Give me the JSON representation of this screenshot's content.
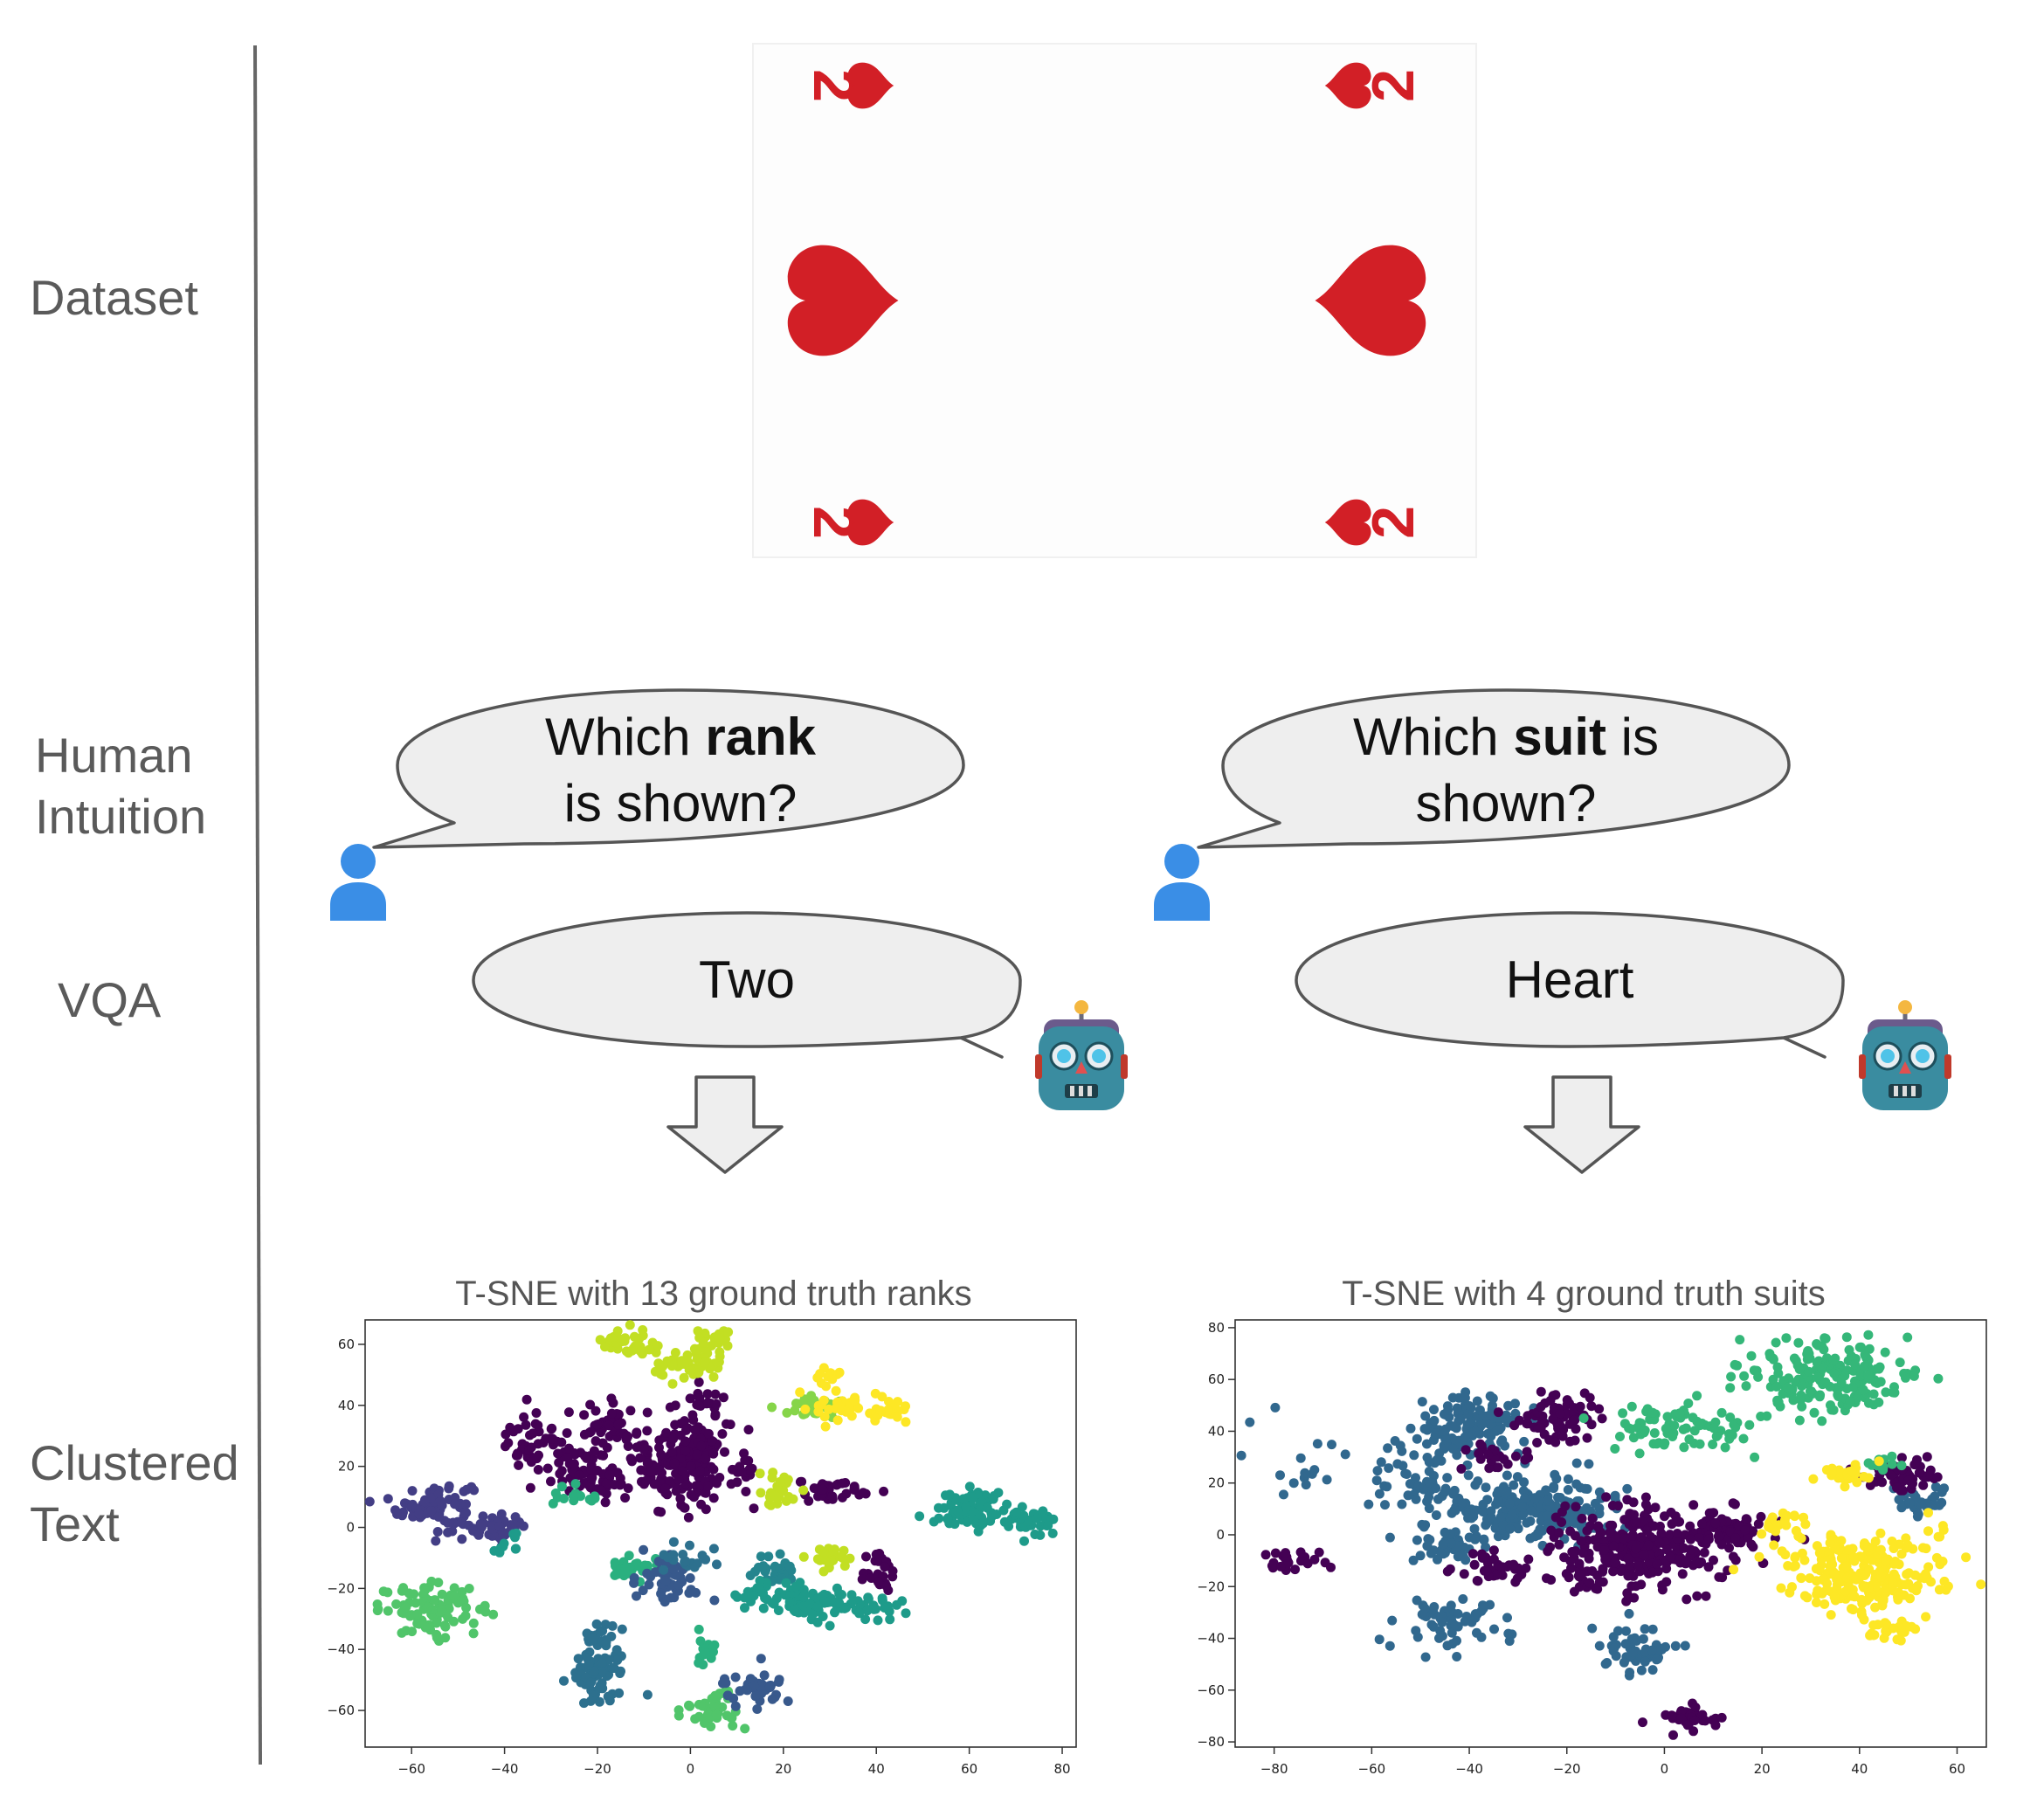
{
  "rows": {
    "dataset": "Dataset",
    "human": [
      "Human",
      "Intuition"
    ],
    "vqa": "VQA",
    "clustered": [
      "Clustered",
      "Text"
    ]
  },
  "card": {
    "rank": "2",
    "suit_color": "#d21f26"
  },
  "questions": {
    "left": {
      "line1_pre": "Which ",
      "line1_bold": "rank",
      "line1_post": "",
      "line2": "is shown?"
    },
    "right": {
      "line1_pre": "Which ",
      "line1_bold": "suit",
      "line1_post": " is",
      "line2": "shown?"
    }
  },
  "answers": {
    "left": "Two",
    "right": "Heart"
  },
  "icons": {
    "user": "user-icon",
    "robot": "robot-icon",
    "arrow": "down-arrow-icon"
  },
  "colors": {
    "user_blue": "#3a8ee6",
    "bubble_fill": "#eeeeee",
    "bubble_stroke": "#555555",
    "divider": "#666666"
  },
  "chart_data": [
    {
      "type": "scatter",
      "title": "T-SNE with 13 ground truth ranks",
      "xlim": [
        -70,
        83
      ],
      "ylim": [
        -72,
        68
      ],
      "xticks": [
        -60,
        -40,
        -20,
        0,
        20,
        40,
        60,
        80
      ],
      "yticks": [
        -60,
        -40,
        -20,
        0,
        20,
        40,
        60
      ],
      "grid": false,
      "palette": [
        "#440154",
        "#482173",
        "#433e85",
        "#38598c",
        "#2d708e",
        "#25858e",
        "#1e9b8a",
        "#2ab07f",
        "#51c56a",
        "#86d549",
        "#c2df23",
        "#fde725"
      ],
      "clusters": [
        {
          "x": -55,
          "y": 7,
          "sx": 4,
          "sy": 4,
          "n": 90,
          "c": 2
        },
        {
          "x": -42,
          "y": 0,
          "sx": 3,
          "sy": 2,
          "n": 40,
          "c": 2
        },
        {
          "x": -55,
          "y": -27,
          "sx": 6,
          "sy": 4,
          "n": 90,
          "c": 8
        },
        {
          "x": -40,
          "y": -5,
          "sx": 2,
          "sy": 2,
          "n": 10,
          "c": 6
        },
        {
          "x": -33,
          "y": 27,
          "sx": 4,
          "sy": 5,
          "n": 50,
          "c": 0
        },
        {
          "x": -20,
          "y": 18,
          "sx": 5,
          "sy": 4,
          "n": 80,
          "c": 0
        },
        {
          "x": -18,
          "y": 32,
          "sx": 3,
          "sy": 4,
          "n": 40,
          "c": 0
        },
        {
          "x": -1,
          "y": 23,
          "sx": 5,
          "sy": 8,
          "n": 200,
          "c": 0
        },
        {
          "x": 3,
          "y": 42,
          "sx": 2,
          "sy": 2,
          "n": 15,
          "c": 0
        },
        {
          "x": 31,
          "y": 12,
          "sx": 4,
          "sy": 2,
          "n": 35,
          "c": 0
        },
        {
          "x": 11,
          "y": 18,
          "sx": 2,
          "sy": 3,
          "n": 15,
          "c": 0
        },
        {
          "x": 41,
          "y": -15,
          "sx": 3,
          "sy": 4,
          "n": 25,
          "c": 0
        },
        {
          "x": -13,
          "y": 60,
          "sx": 3,
          "sy": 2,
          "n": 35,
          "c": 10
        },
        {
          "x": 0,
          "y": 53,
          "sx": 4,
          "sy": 3,
          "n": 50,
          "c": 10
        },
        {
          "x": 5,
          "y": 61,
          "sx": 2,
          "sy": 2,
          "n": 20,
          "c": 10
        },
        {
          "x": 27,
          "y": 40,
          "sx": 3,
          "sy": 2,
          "n": 30,
          "c": 9
        },
        {
          "x": 29,
          "y": 49,
          "sx": 2,
          "sy": 2,
          "n": 12,
          "c": 11
        },
        {
          "x": 33,
          "y": 39,
          "sx": 3,
          "sy": 2,
          "n": 30,
          "c": 11
        },
        {
          "x": 43,
          "y": 38,
          "sx": 2,
          "sy": 2,
          "n": 25,
          "c": 11
        },
        {
          "x": 19,
          "y": 12,
          "sx": 2,
          "sy": 3,
          "n": 25,
          "c": 10
        },
        {
          "x": 30,
          "y": -10,
          "sx": 3,
          "sy": 2,
          "n": 25,
          "c": 10
        },
        {
          "x": -12,
          "y": -14,
          "sx": 3,
          "sy": 2,
          "n": 25,
          "c": 7
        },
        {
          "x": -5,
          "y": -17,
          "sx": 3,
          "sy": 4,
          "n": 50,
          "c": 3
        },
        {
          "x": 0,
          "y": -10,
          "sx": 3,
          "sy": 2,
          "n": 20,
          "c": 4
        },
        {
          "x": 18,
          "y": -14,
          "sx": 3,
          "sy": 3,
          "n": 30,
          "c": 5
        },
        {
          "x": 26,
          "y": -24,
          "sx": 5,
          "sy": 3,
          "n": 80,
          "c": 6
        },
        {
          "x": 40,
          "y": -26,
          "sx": 3,
          "sy": 2,
          "n": 25,
          "c": 6
        },
        {
          "x": 14,
          "y": -22,
          "sx": 3,
          "sy": 2,
          "n": 20,
          "c": 6
        },
        {
          "x": -20,
          "y": -48,
          "sx": 3,
          "sy": 5,
          "n": 70,
          "c": 4
        },
        {
          "x": -19,
          "y": -36,
          "sx": 2,
          "sy": 2,
          "n": 20,
          "c": 4
        },
        {
          "x": 5,
          "y": -60,
          "sx": 3,
          "sy": 3,
          "n": 40,
          "c": 8
        },
        {
          "x": 4,
          "y": -40,
          "sx": 2,
          "sy": 2,
          "n": 15,
          "c": 7
        },
        {
          "x": 14,
          "y": -52,
          "sx": 3,
          "sy": 3,
          "n": 40,
          "c": 3
        },
        {
          "x": 60,
          "y": 6,
          "sx": 4,
          "sy": 3,
          "n": 70,
          "c": 6
        },
        {
          "x": 73,
          "y": 2,
          "sx": 3,
          "sy": 2,
          "n": 40,
          "c": 6
        },
        {
          "x": -25,
          "y": 10,
          "sx": 3,
          "sy": 2,
          "n": 15,
          "c": 7
        }
      ]
    },
    {
      "type": "scatter",
      "title": "T-SNE with 4 ground truth suits",
      "xlim": [
        -88,
        66
      ],
      "ylim": [
        -82,
        83
      ],
      "xticks": [
        -80,
        -60,
        -40,
        -20,
        0,
        20,
        40,
        60
      ],
      "yticks": [
        -80,
        -60,
        -40,
        -20,
        0,
        20,
        40,
        60,
        80
      ],
      "grid": false,
      "palette": [
        "#440154",
        "#31688e",
        "#35b779",
        "#fde725"
      ],
      "clusters": [
        {
          "x": -40,
          "y": 42,
          "sx": 6,
          "sy": 6,
          "n": 140,
          "c": 1
        },
        {
          "x": -27,
          "y": 10,
          "sx": 9,
          "sy": 6,
          "n": 230,
          "c": 1
        },
        {
          "x": -50,
          "y": 22,
          "sx": 7,
          "sy": 6,
          "n": 50,
          "c": 1
        },
        {
          "x": -74,
          "y": 30,
          "sx": 8,
          "sy": 9,
          "n": 20,
          "c": 1
        },
        {
          "x": -45,
          "y": -5,
          "sx": 4,
          "sy": 3,
          "n": 40,
          "c": 1
        },
        {
          "x": -45,
          "y": -34,
          "sx": 6,
          "sy": 5,
          "n": 60,
          "c": 1
        },
        {
          "x": -5,
          "y": -45,
          "sx": 4,
          "sy": 5,
          "n": 60,
          "c": 1
        },
        {
          "x": 52,
          "y": 12,
          "sx": 3,
          "sy": 3,
          "n": 30,
          "c": 1
        },
        {
          "x": -22,
          "y": 45,
          "sx": 4,
          "sy": 5,
          "n": 70,
          "c": 0
        },
        {
          "x": -35,
          "y": 30,
          "sx": 3,
          "sy": 3,
          "n": 25,
          "c": 0
        },
        {
          "x": -5,
          "y": -5,
          "sx": 8,
          "sy": 8,
          "n": 260,
          "c": 0
        },
        {
          "x": 13,
          "y": 2,
          "sx": 5,
          "sy": 5,
          "n": 80,
          "c": 0
        },
        {
          "x": -15,
          "y": -15,
          "sx": 3,
          "sy": 3,
          "n": 25,
          "c": 0
        },
        {
          "x": -35,
          "y": -13,
          "sx": 4,
          "sy": 3,
          "n": 40,
          "c": 0
        },
        {
          "x": -76,
          "y": -10,
          "sx": 3,
          "sy": 2,
          "n": 25,
          "c": 0
        },
        {
          "x": 5,
          "y": -71,
          "sx": 3,
          "sy": 2,
          "n": 40,
          "c": 0
        },
        {
          "x": 50,
          "y": 24,
          "sx": 4,
          "sy": 3,
          "n": 60,
          "c": 0
        },
        {
          "x": 33,
          "y": 60,
          "sx": 8,
          "sy": 8,
          "n": 190,
          "c": 2
        },
        {
          "x": 0,
          "y": 42,
          "sx": 5,
          "sy": 5,
          "n": 60,
          "c": 2
        },
        {
          "x": 13,
          "y": 40,
          "sx": 3,
          "sy": 4,
          "n": 20,
          "c": 2
        },
        {
          "x": 44,
          "y": 27,
          "sx": 2,
          "sy": 2,
          "n": 12,
          "c": 2
        },
        {
          "x": 40,
          "y": -15,
          "sx": 8,
          "sy": 8,
          "n": 240,
          "c": 3
        },
        {
          "x": 38,
          "y": 23,
          "sx": 3,
          "sy": 2,
          "n": 25,
          "c": 3
        },
        {
          "x": 47,
          "y": -37,
          "sx": 3,
          "sy": 2,
          "n": 25,
          "c": 3
        },
        {
          "x": 24,
          "y": 5,
          "sx": 3,
          "sy": 3,
          "n": 20,
          "c": 3
        }
      ]
    }
  ]
}
